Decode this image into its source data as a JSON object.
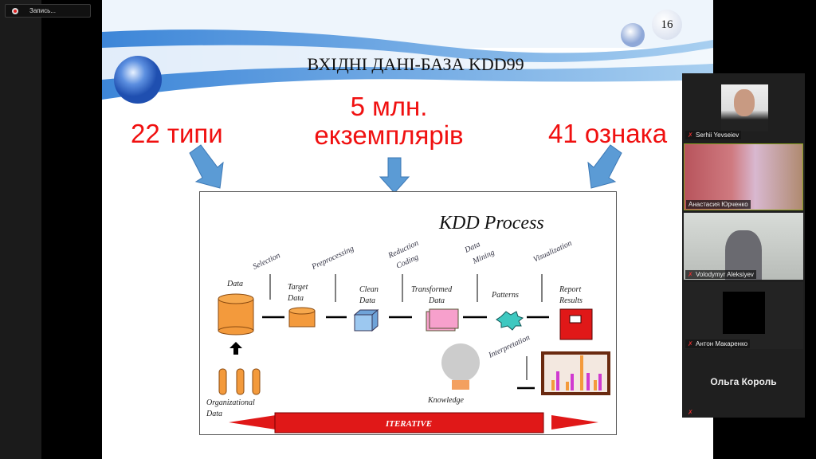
{
  "recording": {
    "label": "Запись..."
  },
  "slide": {
    "page_number": "16",
    "title": "ВХІДНІ ДАНІ-БАЗА KDD99",
    "callouts": [
      {
        "text": "22 типи"
      },
      {
        "text": "5 млн. екземплярів",
        "line1": "5 млн.",
        "line2": "екземплярів"
      },
      {
        "text": "41 ознака"
      }
    ],
    "diagram": {
      "title": "KDD Process",
      "steps": [
        "Selection",
        "Preprocessing",
        "Reduction",
        "Coding",
        "Data",
        "Mining",
        "Visualization",
        "Interpretation"
      ],
      "nodes": [
        "Data",
        "Target",
        "Data",
        "Clean",
        "Data",
        "Transformed",
        "Data",
        "Patterns",
        "Report",
        "Results",
        "Knowledge",
        "Organizational",
        "Data"
      ],
      "iterative": "ITERATIVE"
    }
  },
  "participants": [
    {
      "name": "Serhii Yevseiev",
      "muted": true
    },
    {
      "name": "Анастасия Юрченко",
      "muted": false
    },
    {
      "name": "Volodymyr Aleksiyev",
      "muted": true
    },
    {
      "name": "Антон Макаренко",
      "muted": true
    },
    {
      "name": "Ольга Король",
      "muted": true
    }
  ]
}
